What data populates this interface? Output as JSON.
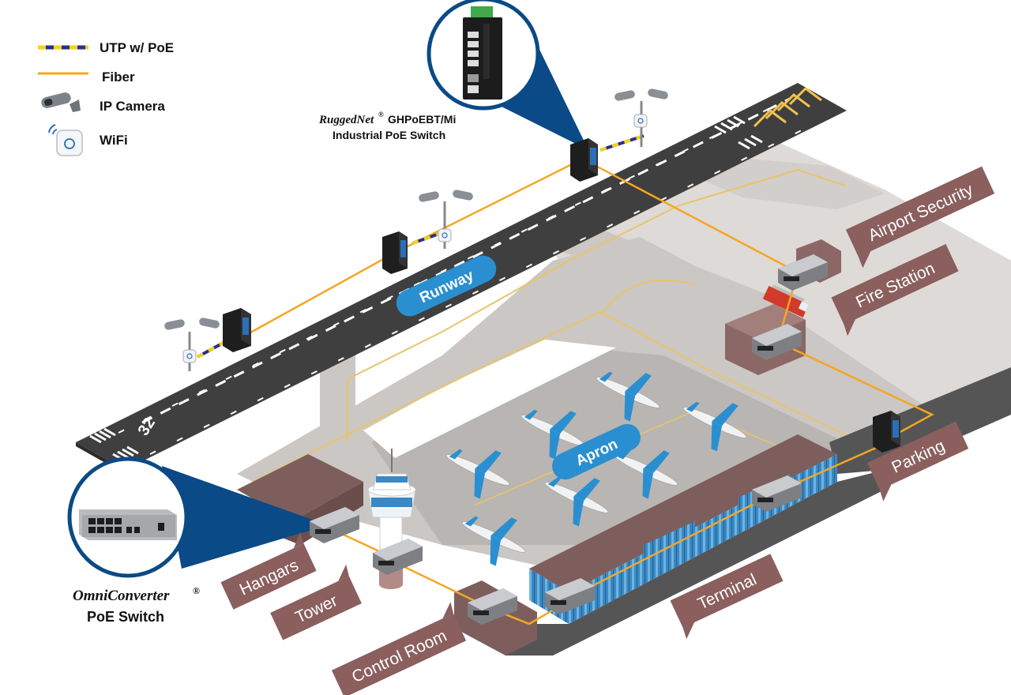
{
  "legend": {
    "utp_label": "UTP w/ PoE",
    "fiber_label": "Fiber",
    "camera_label": "IP Camera",
    "wifi_label": "WiFi"
  },
  "callouts": {
    "top": {
      "brand": "RuggedNet",
      "brand_mark": "®",
      "model": "GHPoEBT/Mi",
      "desc": "Industrial PoE Switch"
    },
    "bottom": {
      "brand": "OmniConverter",
      "brand_mark": "®",
      "desc": "PoE Switch"
    }
  },
  "areas": {
    "runway": "Runway",
    "runway_number": "32",
    "apron": "Apron",
    "airport_security": "Airport Security",
    "fire_station": "Fire Station",
    "parking": "Parking",
    "terminal": "Terminal",
    "hangars": "Hangars",
    "tower": "Tower",
    "control_room": "Control Room"
  },
  "colors": {
    "fiber": "#f5a623",
    "utp_blue": "#2b2f8f",
    "utp_yellow": "#f2d21c",
    "callout_blue": "#0a4a86",
    "tag_brown": "#8a5f5e",
    "pill_blue": "#2a8fd0",
    "runway": "#3f3f3f",
    "taxiway": "#cbc7c4",
    "apron": "#bdbab7",
    "building": "#7d5e5c"
  }
}
